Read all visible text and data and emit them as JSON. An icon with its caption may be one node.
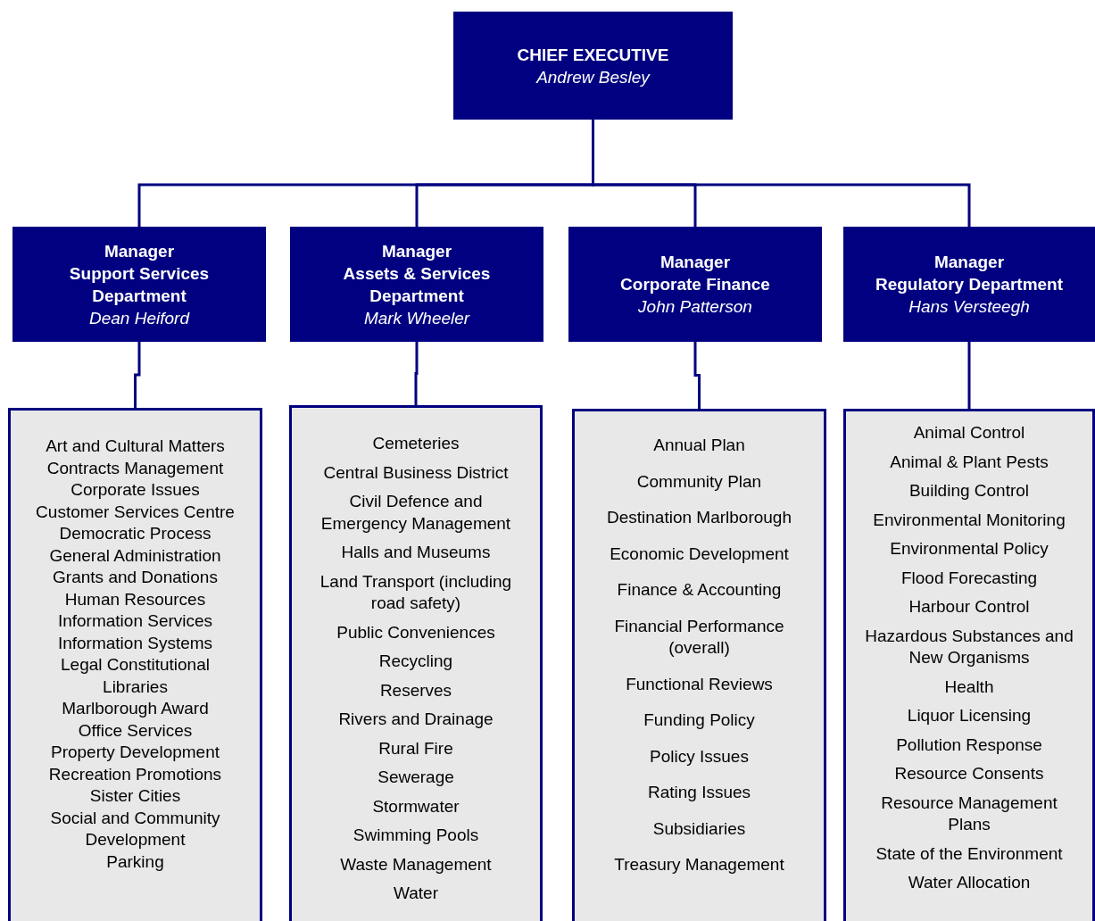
{
  "diagram": {
    "nodes": [
      {
        "text": [
          "CHIEF EXECUTIVE",
          "Andrew Besley"
        ]
      },
      {
        "text": [
          "Manager",
          "Support Services Department",
          "Dean Heiford"
        ]
      },
      {
        "text": [
          "Manager",
          "Assets & Services Department",
          "Mark Wheeler"
        ]
      },
      {
        "text": [
          "Manager",
          "Corporate Finance",
          "John Patterson"
        ]
      },
      {
        "text": [
          "Manager",
          "Regulatory Department",
          "Hans Versteegh"
        ]
      },
      {
        "text": [
          "Art and Cultural Matters",
          "Contracts Management",
          "Corporate Issues",
          "Customer Services Centre",
          "Democratic Process",
          "General Administration",
          "Grants and Donations",
          "Human Resources",
          "Information Services",
          "Information Systems",
          "Legal Constitutional",
          "Libraries",
          "Marlborough Award",
          "Office Services",
          "Property Development",
          "Recreation Promotions",
          "Sister Cities",
          "Social and Community Development",
          "Parking"
        ]
      },
      {
        "text": [
          "Cemeteries",
          "Central Business District",
          "Civil Defence and Emergency Management",
          "Halls and Museums",
          "Land Transport (including road safety)",
          "Public Conveniences",
          "Recycling",
          "Reserves",
          "Rivers and Drainage",
          "Rural Fire",
          "Sewerage",
          "Stormwater",
          "Swimming Pools",
          "Waste Management",
          "Water"
        ]
      },
      {
        "text": [
          "Annual Plan",
          "Community Plan",
          "Destination Marlborough",
          "Economic Development",
          "Finance & Accounting",
          "Financial Performance (overall)",
          "Functional Reviews",
          "Funding Policy",
          "Policy Issues",
          "Rating Issues",
          "Subsidiaries",
          "Treasury Management"
        ]
      },
      {
        "text": [
          "Animal Control",
          "Animal & Plant Pests",
          "Building Control",
          "Environmental Monitoring",
          "Environmental Policy",
          "Flood Forecasting",
          "Harbour Control",
          "Hazardous Substances and New Organisms",
          "Health",
          "Liquor Licensing",
          "Pollution Response",
          "Resource Consents",
          "Resource Management Plans",
          "State of the Environment",
          "Water Allocation"
        ]
      }
    ],
    "edges": [
      {
        "from": 0,
        "to": 1,
        "arrow": "none"
      },
      {
        "from": 0,
        "to": 2,
        "arrow": "none"
      },
      {
        "from": 0,
        "to": 3,
        "arrow": "none"
      },
      {
        "from": 0,
        "to": 4,
        "arrow": "none"
      },
      {
        "from": 1,
        "to": 5,
        "arrow": "none"
      },
      {
        "from": 2,
        "to": 6,
        "arrow": "none"
      },
      {
        "from": 3,
        "to": 7,
        "arrow": "none"
      },
      {
        "from": 4,
        "to": 8,
        "arrow": "none"
      }
    ]
  }
}
